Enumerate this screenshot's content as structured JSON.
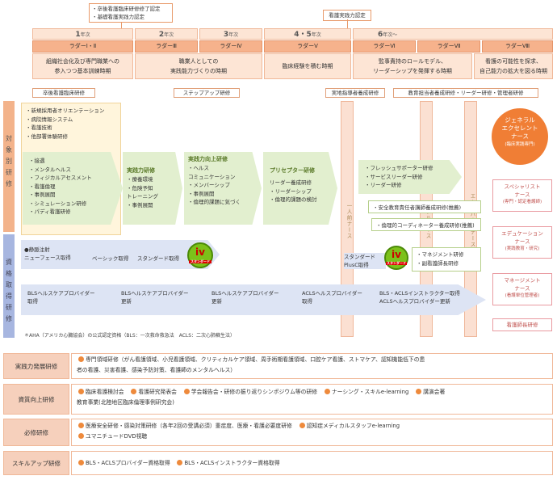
{
  "callouts": {
    "top_left_1": "・卒後看護臨床研修修了認定",
    "top_left_2": "・基礎看護実践力認定",
    "top_mid": "看護実践力認定"
  },
  "years": [
    {
      "label": "1",
      "suffix": "年次"
    },
    {
      "label": "2",
      "suffix": "年次"
    },
    {
      "label": "3",
      "suffix": "年次"
    },
    {
      "label": "4・5",
      "suffix": "年次"
    },
    {
      "label": "6",
      "suffix": "年次〜"
    }
  ],
  "ladders": [
    "ラダーⅠ・Ⅱ",
    "ラダーⅢ",
    "ラダーⅣ",
    "ラダーⅤ",
    "ラダーⅥ",
    "ラダーⅦ",
    "ラダーⅧ"
  ],
  "phases": [
    "組織社会化及び専門職業への\n参入つつ基本訓練時期",
    "職業人としての\n実践能力づくりの時期",
    "臨床経験を積む時期",
    "監事責持のロールモデル、\nリーダーシップを発揮する時期",
    "看護の可能性を探求、\n自己能力の拡大を図る時期"
  ],
  "tags": {
    "t1": "卒後看護臨床研修",
    "t2": "ステップアップ研修",
    "t3": "実地指導者養成研修",
    "t4": "教育担当者養成研修・リーダー研修・管理者研修"
  },
  "side": {
    "target": "対象別研修",
    "cert": "資格取得研修"
  },
  "vcols": [
    "一人前ナース",
    "モデルナース",
    "エキスパートナース"
  ],
  "yellow_list": [
    "・新規採用者オリエンテーション",
    "・病院情報システム",
    "・看護技術",
    "・他部署体験研修"
  ],
  "arrow1_list": [
    "・接遇",
    "・メンタルヘルス",
    "・フィジカルアセスメント",
    "・看護倫理",
    "・事例展開",
    "・シミュレーション研修",
    "・パディ看護研修"
  ],
  "arrow2": {
    "title": "実践力研修",
    "items": [
      "・療養環境",
      "・危険予知",
      "  トレーニング",
      "・事例展開"
    ]
  },
  "arrow3": {
    "title": "実践力向上研修",
    "items": [
      "・ヘルス",
      "  コミュニケーション",
      "・メンバーシップ",
      "・事例展開",
      "・倫理的課題に気づく"
    ]
  },
  "arrow4": {
    "title": "プリセプター研修",
    "items": [
      "リーダー養成研修",
      "・リーダーシップ",
      "・倫理的課題の検討"
    ]
  },
  "rbox1": [
    "・フレッシュサポーター研修",
    "・サービスリーダー研修",
    "・リーダー研修"
  ],
  "rbox2": "・安全教育責任者講師養成研修(推薦)",
  "rbox3": "・倫理的コーディネーター養成研修(推薦)",
  "rbox4": [
    "・マネジメント研修",
    "・副看護師長研修"
  ],
  "general_nurse": [
    "ジェネラル",
    "エクセレント",
    "ナース",
    "(臨床実践専門)"
  ],
  "pink_boxes": [
    [
      "スペシャリスト",
      "ナース",
      "(専門・認定看護師)"
    ],
    [
      "エデュケーション",
      "ナース",
      "(実践教育・研究)"
    ],
    [
      "マネージメント",
      "ナース",
      "(看護単位管理者)"
    ]
  ],
  "pink_last": "看護師長研修",
  "iv_row": {
    "a": "●静脈注射\nニューフェース取得",
    "b": "ベーシック取得",
    "c": "スタンダード取得",
    "d": "スタンダード\nPlusC取得",
    "logo": "iv",
    "logo_sub": "スタンダード"
  },
  "bls_row": [
    "BLSヘルスケアプロバイダー\n取得",
    "BLSヘルスケアプロバイダー\n更新",
    "BLSヘルスケアプロバイダー\n更新",
    "ACLSヘルスプロバイダー\n取得",
    "BLS・ACLSインストラクター取得\nACLSヘルスプロバイダー更新"
  ],
  "note": "＊AHA（アメリカ心臓協会）の公式認定資格（BLS：一次救命救急法　ACLS：二次心肺蘇生法）",
  "bottom": [
    {
      "label": "実践力発展研修",
      "lines": [
        "●専門領域研修（がん看護領域、小児看護領域、クリティカルケア領域、周手術期看護領域、口腔ケア看護、ストマケア、認知機能低下の患",
        "者の看護、災害看護、感染予防対策、看護師のメンタルヘルス）"
      ]
    },
    {
      "label": "資質向上研修",
      "lines": [
        "●臨床看護検討会　●看護研究発表会　●学会報告会・研修の振り返りシンポジウム等の研修　●ナーシング・スキルe-learning　●講演会著",
        "教育事業(北陸地区臨床倫理事例研究会)"
      ]
    },
    {
      "label": "必修研修",
      "lines": [
        "●医療安全研修・感染対策研修（各年2回の受講必須）重症度、医療・看護必要度研修　●認知症メディカルスタッフe-learning",
        "●ユマニチュードDVD視聴"
      ]
    },
    {
      "label": "スキルアップ研修",
      "lines": [
        "●BLS・ACLSプロバイダー資格取得　●BLS・ACLSインストラクター資格取得"
      ]
    }
  ]
}
